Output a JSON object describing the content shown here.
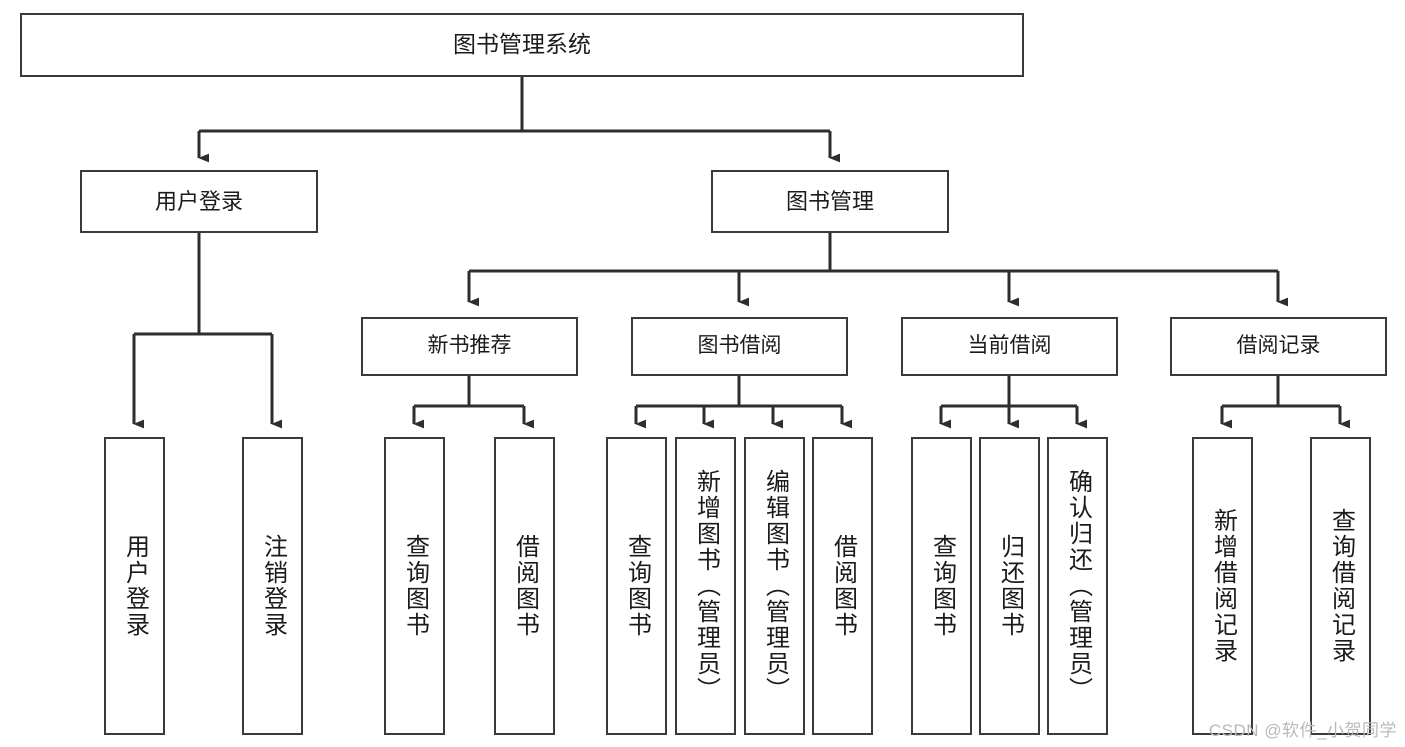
{
  "diagram": {
    "type": "tree",
    "title": "图书管理系统",
    "watermark": "CSDN @软件_小贺同学",
    "colors": {
      "box_border": "#3a3a3a",
      "box_fill": "#ffffff",
      "connector": "#2e2e2e",
      "text": "#1b1b1b",
      "watermark": "#b9b9b9",
      "background": "#ffffff"
    },
    "root": {
      "label": "图书管理系统"
    },
    "level1": [
      {
        "label": "用户登录"
      },
      {
        "label": "图书管理"
      }
    ],
    "level2": [
      {
        "label": "新书推荐"
      },
      {
        "label": "图书借阅"
      },
      {
        "label": "当前借阅"
      },
      {
        "label": "借阅记录"
      }
    ],
    "leaves": {
      "user_login": [
        {
          "label": "用户登录"
        },
        {
          "label": "注销登录"
        }
      ],
      "new_book": [
        {
          "label": "查询图书"
        },
        {
          "label": "借阅图书"
        }
      ],
      "book_borrow": [
        {
          "label": "查询图书"
        },
        {
          "label": "新增图书（管理员）"
        },
        {
          "label": "编辑图书（管理员）"
        },
        {
          "label": "借阅图书"
        }
      ],
      "current_borrow": [
        {
          "label": "查询图书"
        },
        {
          "label": "归还图书"
        },
        {
          "label": "确认归还（管理员）"
        }
      ],
      "borrow_record": [
        {
          "label": "新增借阅记录"
        },
        {
          "label": "查询借阅记录"
        }
      ]
    }
  }
}
